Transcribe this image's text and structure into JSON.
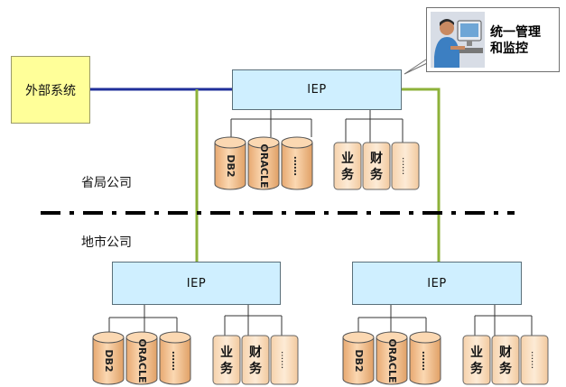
{
  "external_system": "外部系统",
  "iep_label": "IEP",
  "region_top": "省局公司",
  "region_bottom": "地市公司",
  "monitor_callout": {
    "line1": "统一管理",
    "line2": "和监控",
    "icon": "operator-at-computer-icon"
  },
  "databases": [
    "DB2",
    "ORACLE",
    "……"
  ],
  "business_modules": [
    "业务",
    "财务",
    "……"
  ],
  "colors": {
    "external_box": "#ffff99",
    "iep_box": "#cfefff",
    "blue_link": "#1f2f9a",
    "green_link": "#8db23a",
    "cylinder": "#f4c79a",
    "module": "#fbe3c9",
    "divider": "#000000"
  }
}
